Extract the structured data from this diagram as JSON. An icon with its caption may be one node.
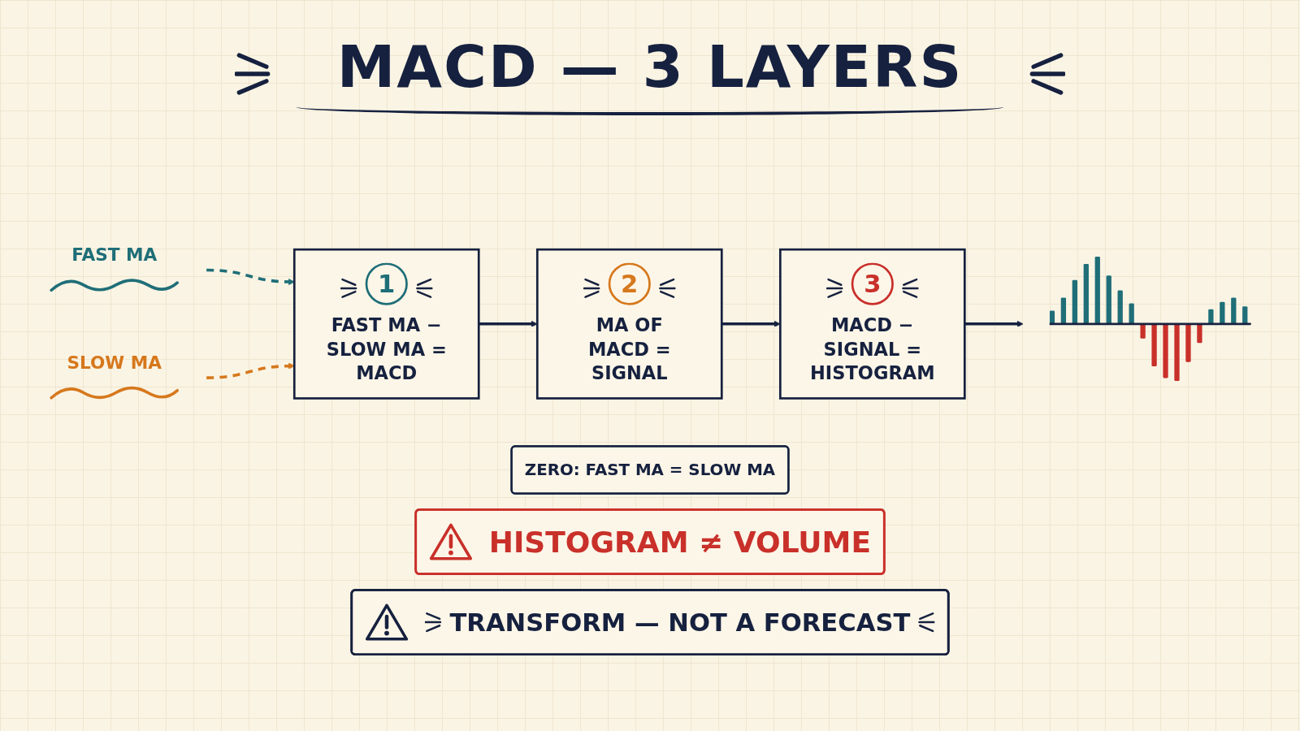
{
  "diagram": {
    "title": "MACD — 3 LAYERS",
    "nodes": [
      {
        "text": [
          "FAST MA"
        ]
      },
      {
        "text": [
          "SLOW MA"
        ]
      },
      {
        "text": [
          "1",
          "FAST MA − SLOW MA = MACD"
        ]
      },
      {
        "text": [
          "2",
          "MA OF MACD = SIGNAL"
        ]
      },
      {
        "text": [
          "3",
          "MACD − SIGNAL = HISTOGRAM"
        ]
      },
      {
        "text": [],
        "shape": "picture"
      },
      {
        "text": [
          "ZERO: FAST MA = SLOW MA"
        ]
      },
      {
        "text": [
          "HISTOGRAM ≠ VOLUME"
        ]
      },
      {
        "text": [
          "TRANSFORM — NOT A FORECAST"
        ]
      }
    ],
    "edges": [
      {
        "from": 0,
        "to": 2,
        "arrow": "to",
        "style": "dashed",
        "color": "#1f6e78"
      },
      {
        "from": 1,
        "to": 2,
        "arrow": "to",
        "style": "dashed",
        "color": "#d6781c"
      },
      {
        "from": 2,
        "to": 3,
        "arrow": "to"
      },
      {
        "from": 3,
        "to": 4,
        "arrow": "to"
      },
      {
        "from": 4,
        "to": 5,
        "arrow": "to"
      }
    ]
  }
}
